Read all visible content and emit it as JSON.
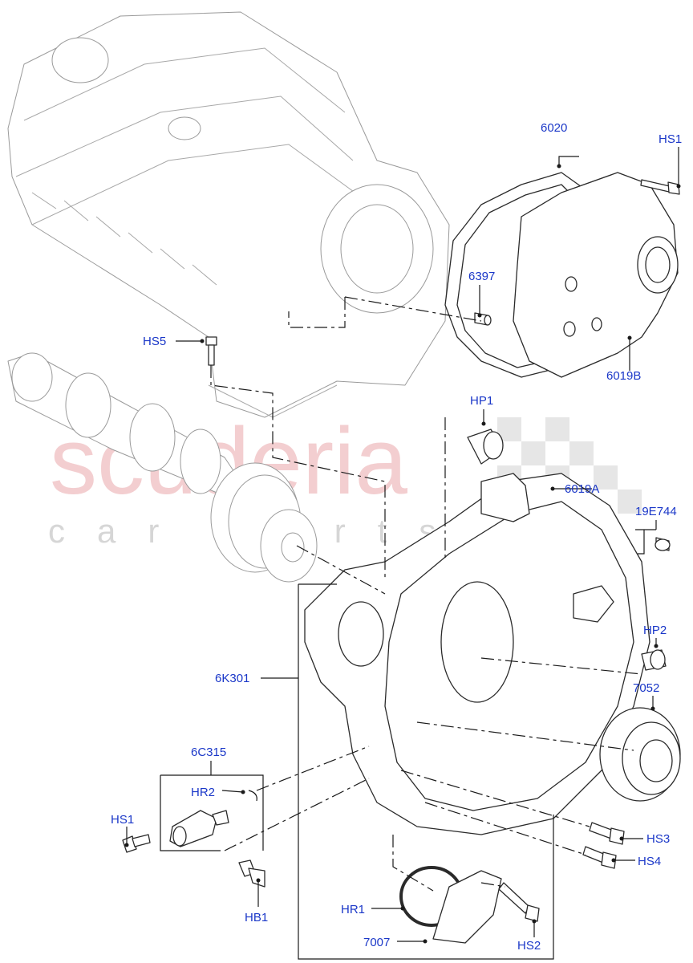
{
  "watermark": {
    "brand": "scuderia",
    "sub": "car parts"
  },
  "callouts": {
    "p6020": "6020",
    "hs1_top": "HS1",
    "p6397": "6397",
    "hs5": "HS5",
    "p6019b": "6019B",
    "hp1": "HP1",
    "p6019a": "6019A",
    "p19e744": "19E744",
    "hp2": "HP2",
    "p6k301": "6K301",
    "p7052": "7052",
    "p6c315": "6C315",
    "hr2": "HR2",
    "hs1_left": "HS1",
    "hs3": "HS3",
    "hs4": "HS4",
    "hb1": "HB1",
    "hr1": "HR1",
    "p7007": "7007",
    "hs2": "HS2"
  },
  "colors": {
    "callout": "#1a37c8",
    "watermark": "#f1c6c8"
  }
}
